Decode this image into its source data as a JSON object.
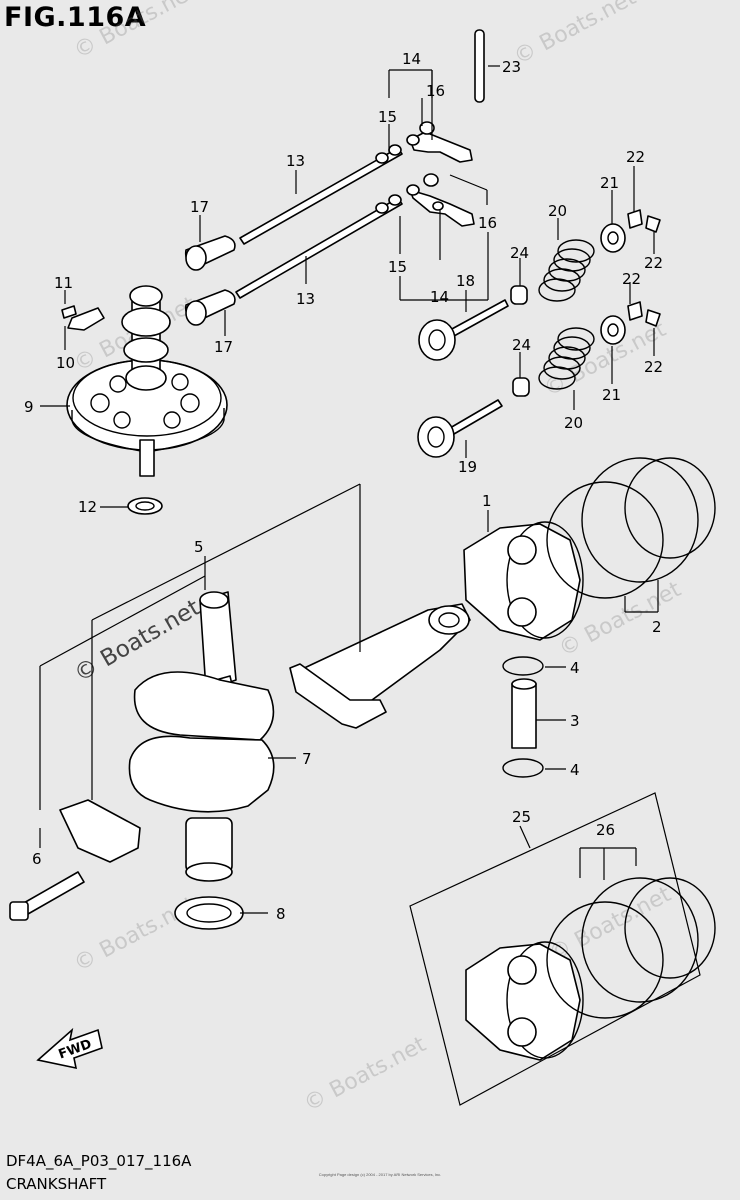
{
  "figure": {
    "title": "FIG.116A",
    "code": "DF4A_6A_P03_017_116A",
    "name": "CRANKSHAFT",
    "copyright": "Copyright Page design (c) 2004 - 2017 by ARI Network Services, Inc."
  },
  "watermarks": [
    "© Boats.net",
    "© Boats.net",
    "© Boats.net",
    "© Boats.net",
    "© Boats.net",
    "© Boats.net",
    "© Boats.net",
    "© Boats.net"
  ],
  "main_watermark": "© Boats.net",
  "fwd_arrow_label": "FWD",
  "callouts": {
    "c1": "1",
    "c2": "2",
    "c3": "3",
    "c4a": "4",
    "c4b": "4",
    "c5": "5",
    "c6": "6",
    "c7": "7",
    "c8": "8",
    "c9": "9",
    "c10": "10",
    "c11": "11",
    "c12": "12",
    "c13a": "13",
    "c13b": "13",
    "c14a": "14",
    "c14b": "14",
    "c15a": "15",
    "c15b": "15",
    "c16a": "16",
    "c16b": "16",
    "c17a": "17",
    "c17b": "17",
    "c18": "18",
    "c19": "19",
    "c20a": "20",
    "c20b": "20",
    "c21a": "21",
    "c21b": "21",
    "c22a": "22",
    "c22b": "22",
    "c22c": "22",
    "c22d": "22",
    "c23": "23",
    "c24a": "24",
    "c24b": "24",
    "c25": "25",
    "c26": "26"
  }
}
